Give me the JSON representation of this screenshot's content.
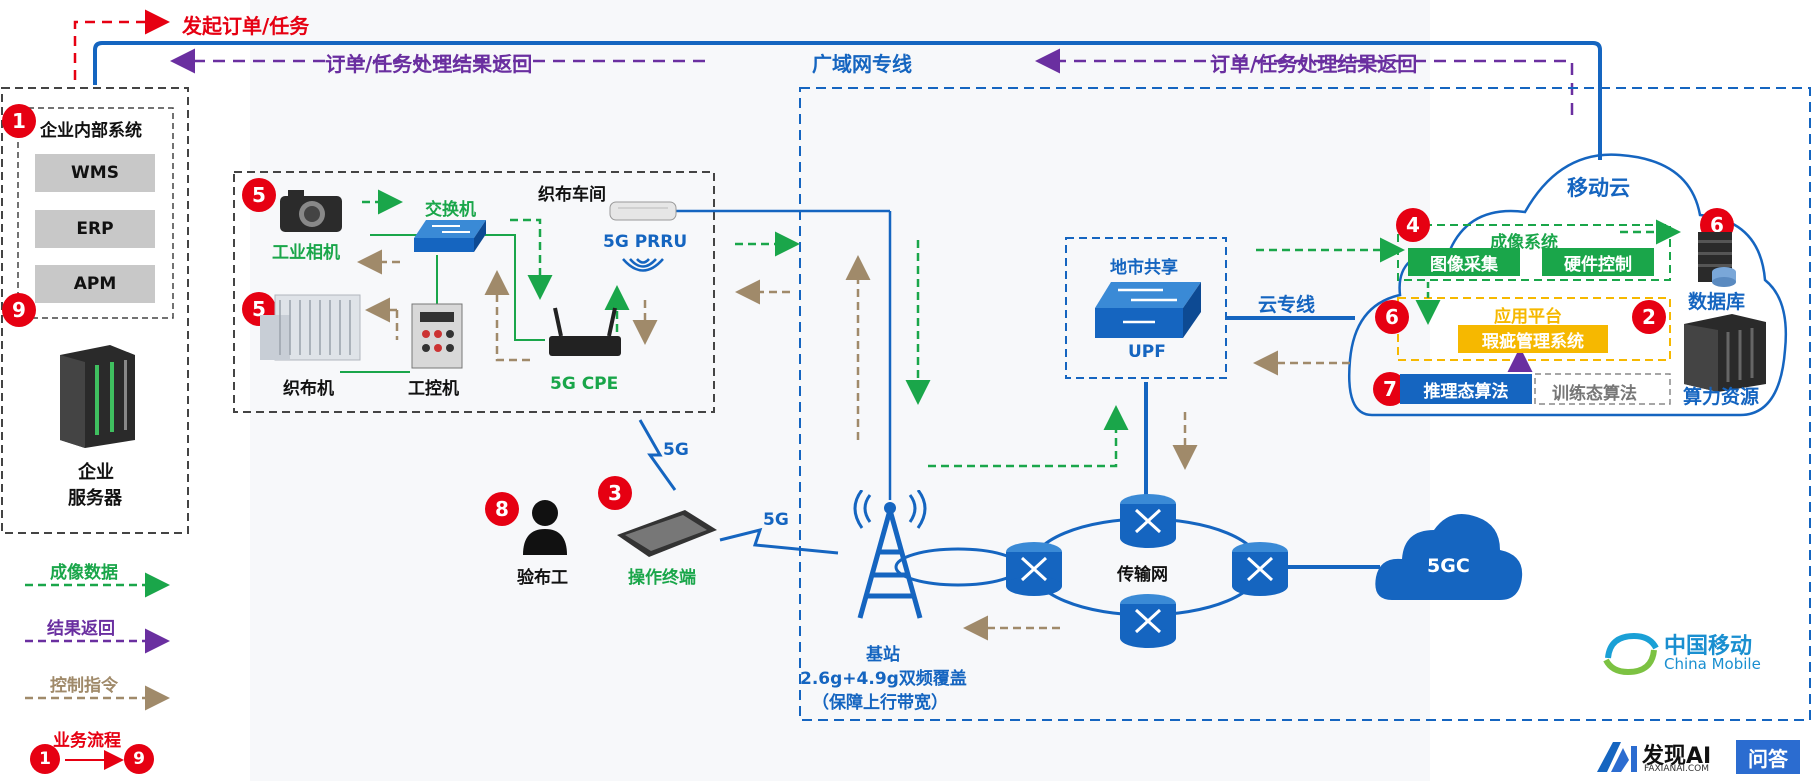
{
  "top": {
    "initiate_order": "发起订单/任务",
    "result_return_left": "订单/任务处理结果返回",
    "wan_line": "广域网专线",
    "result_return_right": "订单/任务处理结果返回"
  },
  "enterprise": {
    "internal_system": "企业内部系统",
    "systems": [
      "WMS",
      "ERP",
      "APM"
    ],
    "server_label_1": "企业",
    "server_label_2": "服务器"
  },
  "workshop": {
    "title": "织布车间",
    "camera": "工业相机",
    "switch": "交换机",
    "prru": "5G PRRU",
    "loom": "织布机",
    "ipc": "工控机",
    "cpe": "5G CPE"
  },
  "field": {
    "inspector": "验布工",
    "terminal": "操作终端",
    "five_g_1": "5G",
    "five_g_2": "5G"
  },
  "network": {
    "city_share": "地市共享",
    "upf": "UPF",
    "cloud_line": "云专线",
    "transport": "传输网",
    "core": "5GC",
    "base_station": "基站",
    "bs_desc_1": "2.6g+4.9g双频覆盖",
    "bs_desc_2": "（保障上行带宽）"
  },
  "cloud": {
    "title": "移动云",
    "imaging_system": "成像系统",
    "image_capture": "图像采集",
    "hardware_control": "硬件控制",
    "app_platform": "应用平台",
    "defect_mgmt": "瑕疵管理系统",
    "inference_algo": "推理态算法",
    "training_algo": "训练态算法",
    "database": "数据库",
    "compute": "算力资源"
  },
  "legend": {
    "imaging_data": "成像数据",
    "result_return": "结果返回",
    "control_cmd": "控制指令",
    "business_flow": "业务流程",
    "flow_from": "1",
    "flow_to": "9"
  },
  "badges": {
    "b1": "1",
    "b9": "9",
    "b5a": "5",
    "b5b": "5",
    "b3": "3",
    "b8": "8",
    "b4": "4",
    "b6a": "6",
    "b6b": "6",
    "b2": "2",
    "b7": "7"
  },
  "brand": {
    "cm_cn": "中国移动",
    "cm_en": "China Mobile",
    "faxian": "发现AI",
    "faxian_url": "FAXIANAI.COM",
    "wenda": "问答"
  },
  "colors": {
    "blue": "#1565c0",
    "green": "#1aa64a",
    "purple": "#6a2fa0",
    "brown": "#a08a6a",
    "red": "#e60012",
    "yellow": "#f6b800"
  }
}
